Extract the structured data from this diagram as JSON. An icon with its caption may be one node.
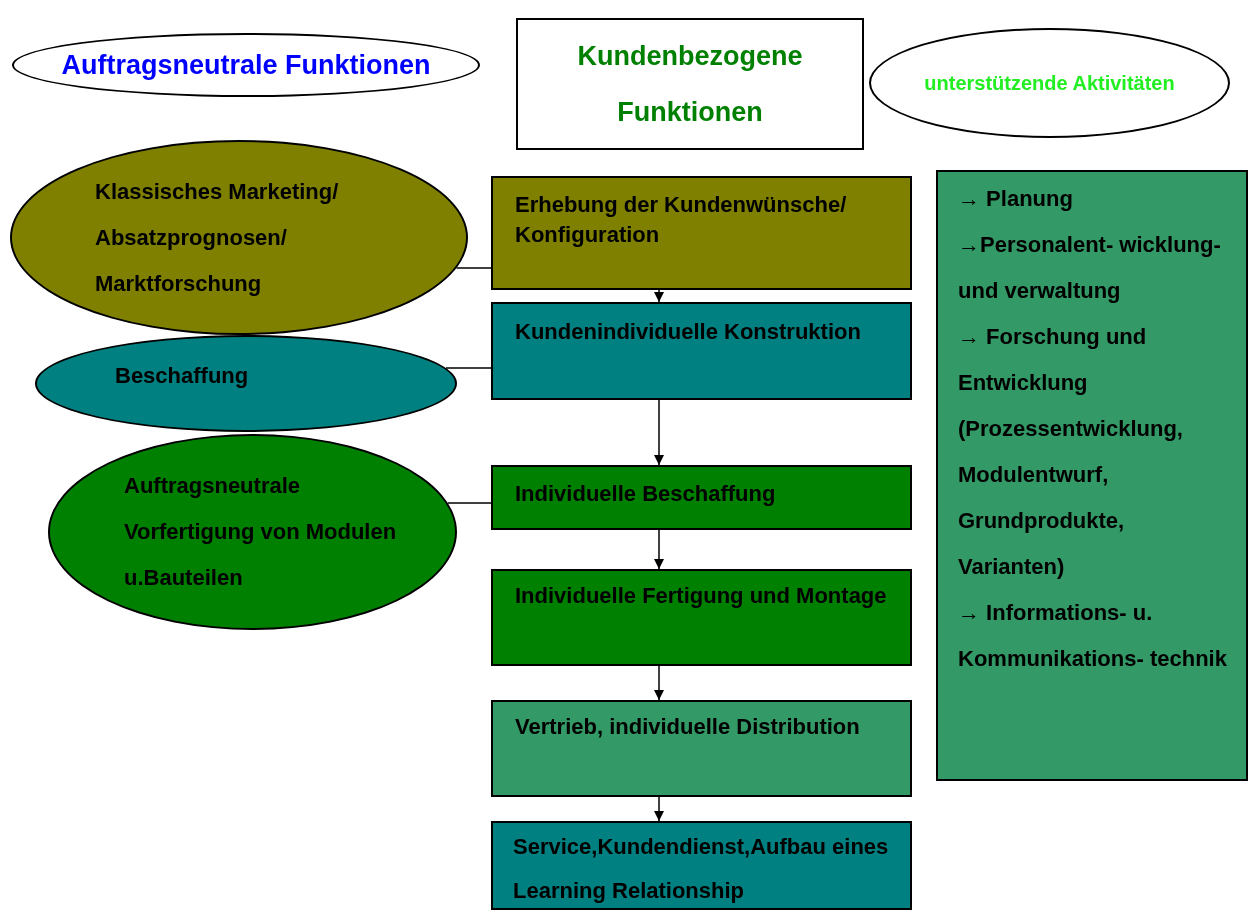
{
  "diagram": {
    "nodes": [
      {
        "text": [
          "Auftragsneutrale Funktionen"
        ]
      },
      {
        "text": [
          "Kundenbezogene Funktionen"
        ]
      },
      {
        "text": [
          "unterstützende Aktivitäten"
        ]
      },
      {
        "text": [
          "Klassisches Marketing/ Absatzprognosen/ Marktforschung"
        ]
      },
      {
        "text": [
          "Erhebung der Kundenwünsche/ Konfiguration"
        ]
      },
      {
        "text": [
          "Beschaffung"
        ]
      },
      {
        "text": [
          "Kundenindividuelle Konstruktion"
        ]
      },
      {
        "text": [
          "Auftragsneutrale Vorfertigung von Modulen u.Bauteilen"
        ]
      },
      {
        "text": [
          "Individuelle Beschaffung"
        ]
      },
      {
        "text": [
          "Individuelle Fertigung und Montage"
        ]
      },
      {
        "text": [
          "Vertrieb, individuelle Distribution"
        ]
      },
      {
        "text": [
          "Service,Kundendienst,Aufbau eines Learning Relationship"
        ]
      },
      {
        "text": [
          "→ Planung",
          "→Personalent- wicklung- und verwaltung",
          "→ Forschung und Entwicklung (Prozessentwicklung, Modulentwurf, Grundprodukte, Varianten)",
          "→ Informations- u. Kommunikations- technik"
        ]
      }
    ],
    "edges": [
      {
        "from": 3,
        "to": 4,
        "arrow": "none"
      },
      {
        "from": 5,
        "to": 6,
        "arrow": "none"
      },
      {
        "from": 7,
        "to": 8,
        "arrow": "none"
      },
      {
        "from": 4,
        "to": 6,
        "arrow": "to"
      },
      {
        "from": 6,
        "to": 8,
        "arrow": "to"
      },
      {
        "from": 8,
        "to": 9,
        "arrow": "to"
      },
      {
        "from": 9,
        "to": 10,
        "arrow": "to"
      },
      {
        "from": 10,
        "to": 11,
        "arrow": "to"
      }
    ]
  }
}
